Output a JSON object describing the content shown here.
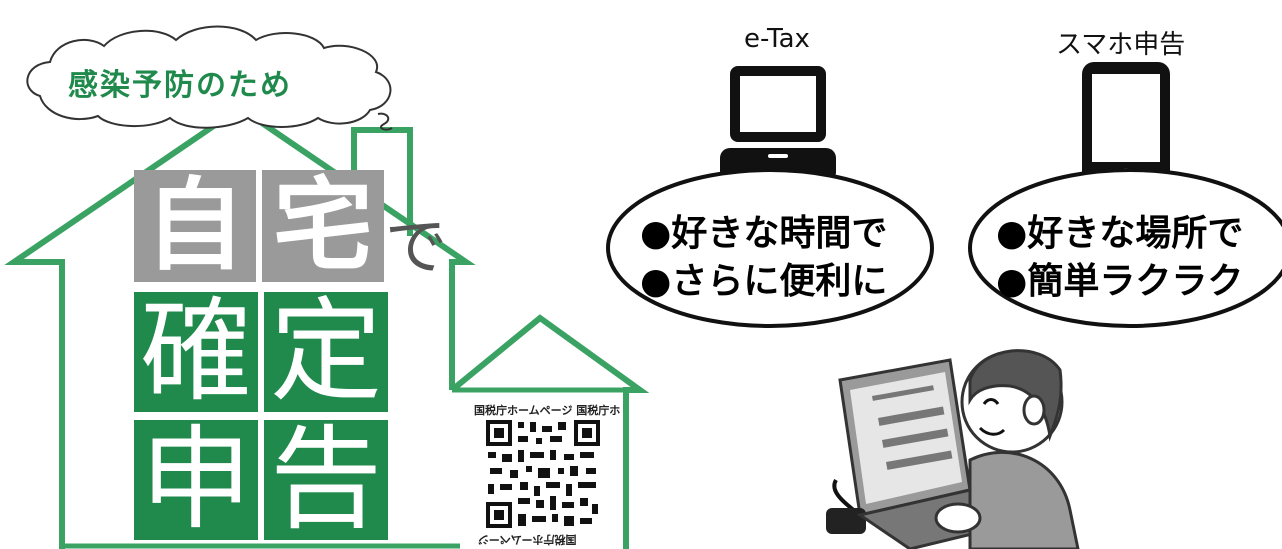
{
  "banner": {
    "cloud_text": "感染予防のため",
    "headline_char1": "自",
    "headline_char2": "宅",
    "headline_particle": "で",
    "kanji": [
      "確",
      "定",
      "申",
      "告"
    ]
  },
  "qr": {
    "caption": "国税庁ホームページ",
    "caption_full": "国税庁ホームページ 国税庁ホ"
  },
  "devices": {
    "etax_label": "e-Tax",
    "smartphone_label": "スマホ申告"
  },
  "bubbles": {
    "left": [
      "●好きな時間で",
      "●さらに便利に"
    ],
    "right": [
      "●好きな場所で",
      "●簡単ラクラク"
    ]
  },
  "colors": {
    "green": "#1f8a4c",
    "house_line": "#3aa364",
    "gray": "#9a9a9a"
  }
}
